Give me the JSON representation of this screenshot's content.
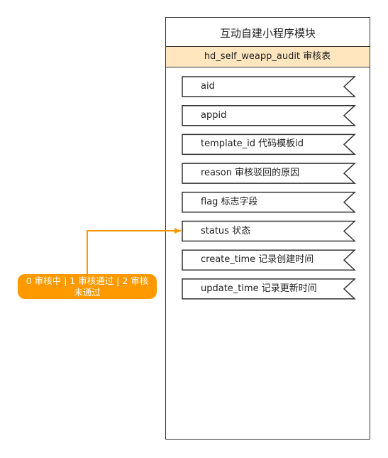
{
  "module": {
    "title": "互动自建小程序模块",
    "table_name": "hd_self_weapp_audit 审核表"
  },
  "fields": [
    {
      "label": "aid"
    },
    {
      "label": "appid"
    },
    {
      "label": "template_id 代码模板id"
    },
    {
      "label": "reason 审核驳回的原因"
    },
    {
      "label": "flag 标志字段"
    },
    {
      "label": "status  状态"
    },
    {
      "label": "create_time 记录创建时间"
    },
    {
      "label": "update_time 记录更新时间"
    }
  ],
  "note": {
    "text": "0 审核中 | 1 审核通过 | 2 审核未通过",
    "color": "#ff9900"
  },
  "colors": {
    "table_bar": "#ffe6bf",
    "border": "#333333",
    "connector": "#ff9900"
  }
}
